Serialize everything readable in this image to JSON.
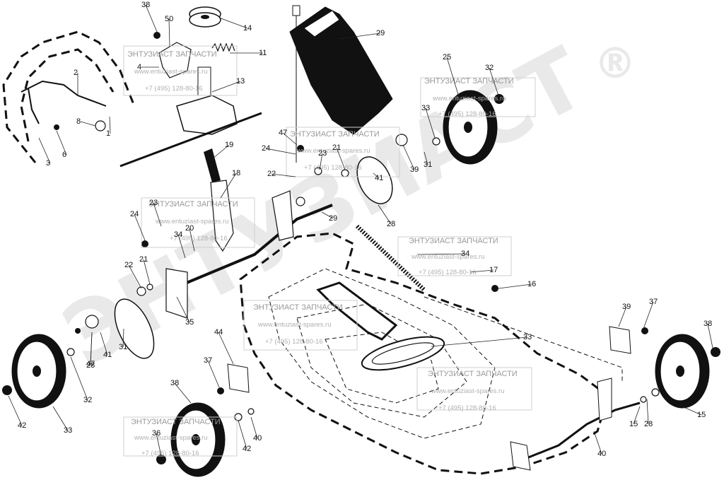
{
  "watermark": {
    "title": "ЭНТУЗИАСТ ЗАПЧАСТИ",
    "site": "www.entuziast-spares.ru",
    "phone": "+7 (495) 128-80-16",
    "big_text": "ЭНТУЗИАСТ",
    "registered_mark": "®"
  },
  "callouts": [
    "38",
    "50",
    "14",
    "11",
    "4",
    "2",
    "13",
    "8",
    "1",
    "3",
    "6",
    "19",
    "18",
    "23",
    "24",
    "20",
    "34",
    "22",
    "21",
    "35",
    "28",
    "41",
    "31",
    "29",
    "25",
    "32",
    "33",
    "47",
    "24",
    "23",
    "21",
    "22",
    "39",
    "41",
    "31",
    "28",
    "29",
    "34",
    "17",
    "16",
    "39",
    "37",
    "38",
    "33",
    "44",
    "37",
    "38",
    "40",
    "42",
    "15",
    "40",
    "36",
    "33",
    "32",
    "47",
    "28",
    "15",
    "42",
    "33"
  ],
  "colors": {
    "ink": "#111111",
    "watermark": "#9a9a9a",
    "background": "#ffffff"
  }
}
